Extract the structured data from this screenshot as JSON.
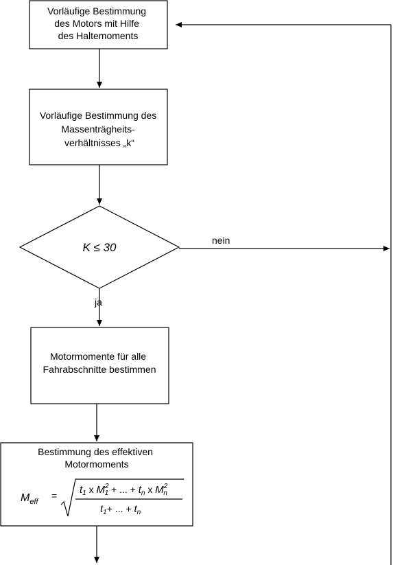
{
  "nodes": {
    "box1": {
      "lines": [
        "Vorläufige Bestimmung",
        "des Motors mit Hilfe",
        "des Haltemoments"
      ]
    },
    "box2": {
      "lines": [
        "Vorläufige Bestimmung des",
        "Massenträgheits-",
        "verhältnisses „k“"
      ]
    },
    "decision": {
      "text": "K ≤ 30"
    },
    "box3": {
      "lines": [
        "Motormomente für alle",
        "Fahrabschnitte bestimmen"
      ]
    },
    "box4": {
      "lines": [
        "Bestimmung des effektiven",
        "Motormoments"
      ],
      "formula": {
        "lhs_main": "M",
        "lhs_sub": "eff",
        "equals": "=",
        "num": {
          "t1": "t",
          "t1_sub": "1",
          "x1": " x ",
          "m1": "M",
          "m1_sub": "1",
          "m1_sup": "2",
          "mid": " + ... + ",
          "tn": "t",
          "tn_sub": "n",
          "x2": " x ",
          "mn": "M",
          "mn_sub": "n",
          "mn_sup": "2"
        },
        "den": {
          "t1": "t",
          "t1_sub": "1",
          "mid": "+ ... + ",
          "tn": "t",
          "tn_sub": "n"
        }
      }
    }
  },
  "edges": {
    "no_label": "nein",
    "yes_label": "ja"
  }
}
